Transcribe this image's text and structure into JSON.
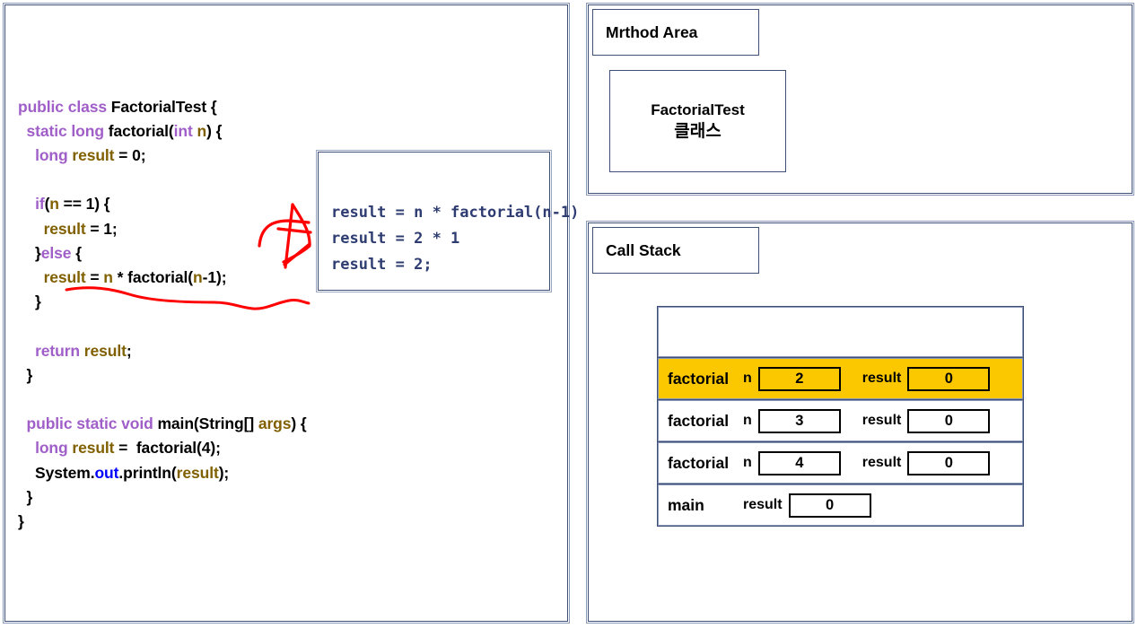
{
  "diagram": {
    "title": "Java recursion call stack illustration",
    "accent_navy": "#3d4f76",
    "highlight_yellow": "#fbc800",
    "keyword_purple": "#a05fc8",
    "identifier_olive": "#806000",
    "annotation_red": "#ff0000",
    "note_navy": "#2e3c72"
  },
  "code_panel": {
    "name": "source-code",
    "language": "Java",
    "lines": [
      {
        "id": "l1",
        "text": "public class FactorialTest {"
      },
      {
        "id": "l2",
        "text": "  static long factorial(int n) {"
      },
      {
        "id": "l3",
        "text": "    long result = 0;"
      },
      {
        "id": "l4",
        "text": ""
      },
      {
        "id": "l5",
        "text": "    if(n == 1) {"
      },
      {
        "id": "l6",
        "text": "      result = 1;"
      },
      {
        "id": "l7",
        "text": "    }else {"
      },
      {
        "id": "l8",
        "text": "      result = n * factorial(n-1);"
      },
      {
        "id": "l9",
        "text": "    }"
      },
      {
        "id": "l10",
        "text": ""
      },
      {
        "id": "l11",
        "text": "    return result;"
      },
      {
        "id": "l12",
        "text": "  }"
      },
      {
        "id": "l13",
        "text": ""
      },
      {
        "id": "l14",
        "text": "  public static void main(String[] args) {"
      },
      {
        "id": "l15",
        "text": "    long result =  factorial(4);"
      },
      {
        "id": "l16",
        "text": "    System.out.println(result);"
      },
      {
        "id": "l17",
        "text": "  }"
      },
      {
        "id": "l18",
        "text": "}"
      }
    ]
  },
  "note_box": {
    "name": "evaluation-note",
    "lines": [
      "result = n * factorial(n-1)",
      "result = 2 * 1",
      "result = 2;"
    ]
  },
  "annotations": {
    "arrow": "red-hand-drawn-arrow",
    "underline": "red-wavy-underline"
  },
  "method_area": {
    "tab_label": "Mrthod Area",
    "class_box": {
      "name": "FactorialTest",
      "kind": "클래스"
    }
  },
  "call_stack": {
    "tab_label": "Call Stack",
    "frames": [
      {
        "id": "frame-empty",
        "method": "",
        "active": false,
        "empty": true,
        "fields": []
      },
      {
        "id": "frame-factorial-2",
        "method": "factorial",
        "active": true,
        "empty": false,
        "fields": [
          {
            "label": "n",
            "value": "2"
          },
          {
            "label": "result",
            "value": "0"
          }
        ]
      },
      {
        "id": "frame-factorial-3",
        "method": "factorial",
        "active": false,
        "empty": false,
        "fields": [
          {
            "label": "n",
            "value": "3"
          },
          {
            "label": "result",
            "value": "0"
          }
        ]
      },
      {
        "id": "frame-factorial-4",
        "method": "factorial",
        "active": false,
        "empty": false,
        "fields": [
          {
            "label": "n",
            "value": "4"
          },
          {
            "label": "result",
            "value": "0"
          }
        ]
      },
      {
        "id": "frame-main",
        "method": "main",
        "active": false,
        "empty": false,
        "fields": [
          {
            "label": "result",
            "value": "0"
          }
        ]
      }
    ]
  }
}
